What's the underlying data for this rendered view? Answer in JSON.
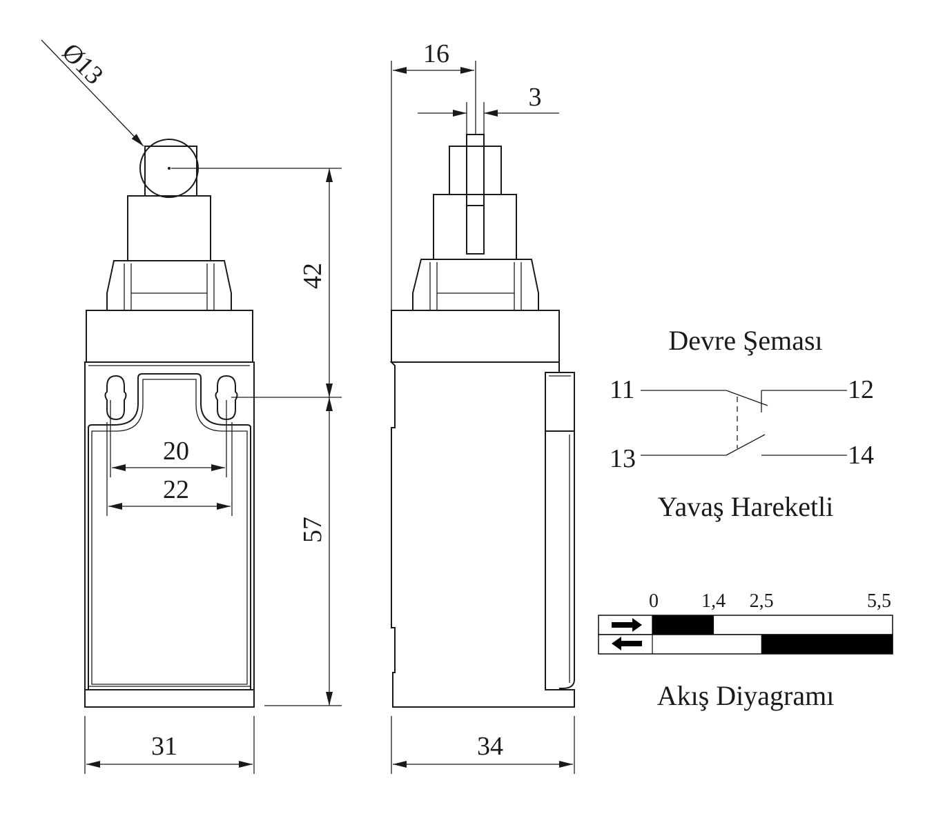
{
  "dimensions": {
    "roller_diameter": "Ø13",
    "actuator_height": "42",
    "body_height": "57",
    "hole_spacing_inner": "20",
    "hole_spacing_outer": "22",
    "front_width": "31",
    "side_depth": "34",
    "roller_offset": "16",
    "roller_width": "3"
  },
  "circuit": {
    "title": "Devre Şeması",
    "terminals": {
      "nc_in": "11",
      "nc_out": "12",
      "no_in": "13",
      "no_out": "14"
    },
    "action": "Yavaş Hareketli"
  },
  "travel_diagram": {
    "title": "Akış Diyagramı",
    "ticks": [
      "0",
      "1,4",
      "2,5",
      "5,5"
    ],
    "scale_max": 5.5,
    "nc_closed_range": [
      0,
      1.4
    ],
    "no_closed_range": [
      2.5,
      5.5
    ],
    "row_icons": [
      "arrow-right-icon",
      "arrow-left-icon"
    ]
  }
}
